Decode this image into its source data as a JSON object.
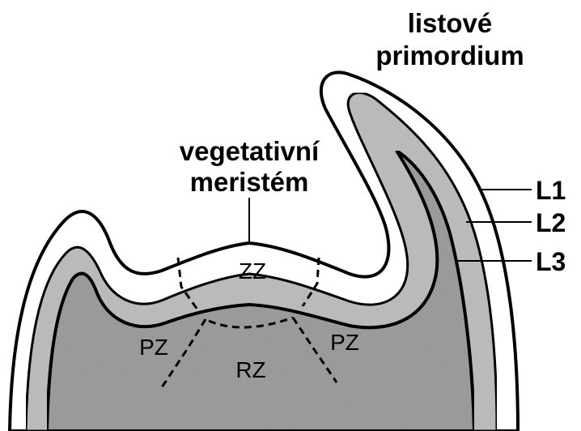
{
  "labels": {
    "primordium_line1": "listové",
    "primordium_line2": "primordium",
    "meristem_line1": "vegetativní",
    "meristem_line2": "meristém",
    "layer1": "L1",
    "layer2": "L2",
    "layer3": "L3"
  },
  "zones": {
    "central": "ZZ",
    "peripheral_left": "PZ",
    "peripheral_right": "PZ",
    "rib": "RZ"
  },
  "colors": {
    "outline": "#000000",
    "l1_layer": "#ffffff",
    "l2_layer": "#c4c4c4",
    "corpus": "#a3a3a3"
  }
}
